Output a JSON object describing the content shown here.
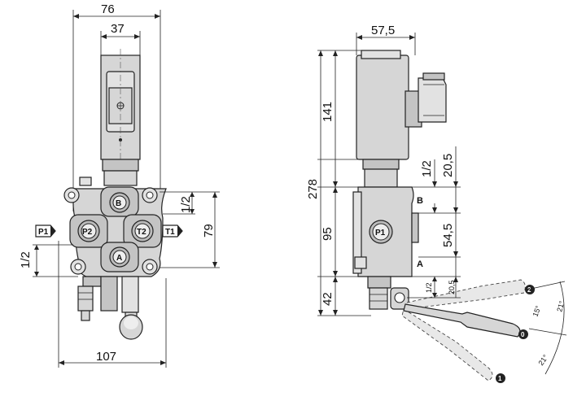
{
  "front_view": {
    "dims": {
      "width_top": "76",
      "solenoid_width": "37",
      "width_bottom": "107",
      "port_height_b": "1/2",
      "port_height_a": "1/2",
      "port_spacing": "79"
    },
    "ports": {
      "b": "B",
      "p2": "P2",
      "t2": "T2",
      "a": "A",
      "p1": "P1",
      "t1": "T1"
    }
  },
  "side_view": {
    "dims": {
      "solenoid_width": "57,5",
      "overall_height": "278",
      "solenoid_height": "141",
      "body_height": "95",
      "lower_height": "42",
      "port_size_top": "1/2",
      "offset_top": "20,5",
      "port_spacing": "54,5",
      "port_size_bottom": "1/2",
      "offset_bottom": "20,5"
    },
    "ports": {
      "b": "B",
      "a": "A",
      "p1": "P1"
    },
    "lever": {
      "pos_0": "0",
      "pos_1": "1",
      "pos_2": "2",
      "angle_15": "15°",
      "angle_21_upper": "21°",
      "angle_21_lower": "21°"
    }
  }
}
